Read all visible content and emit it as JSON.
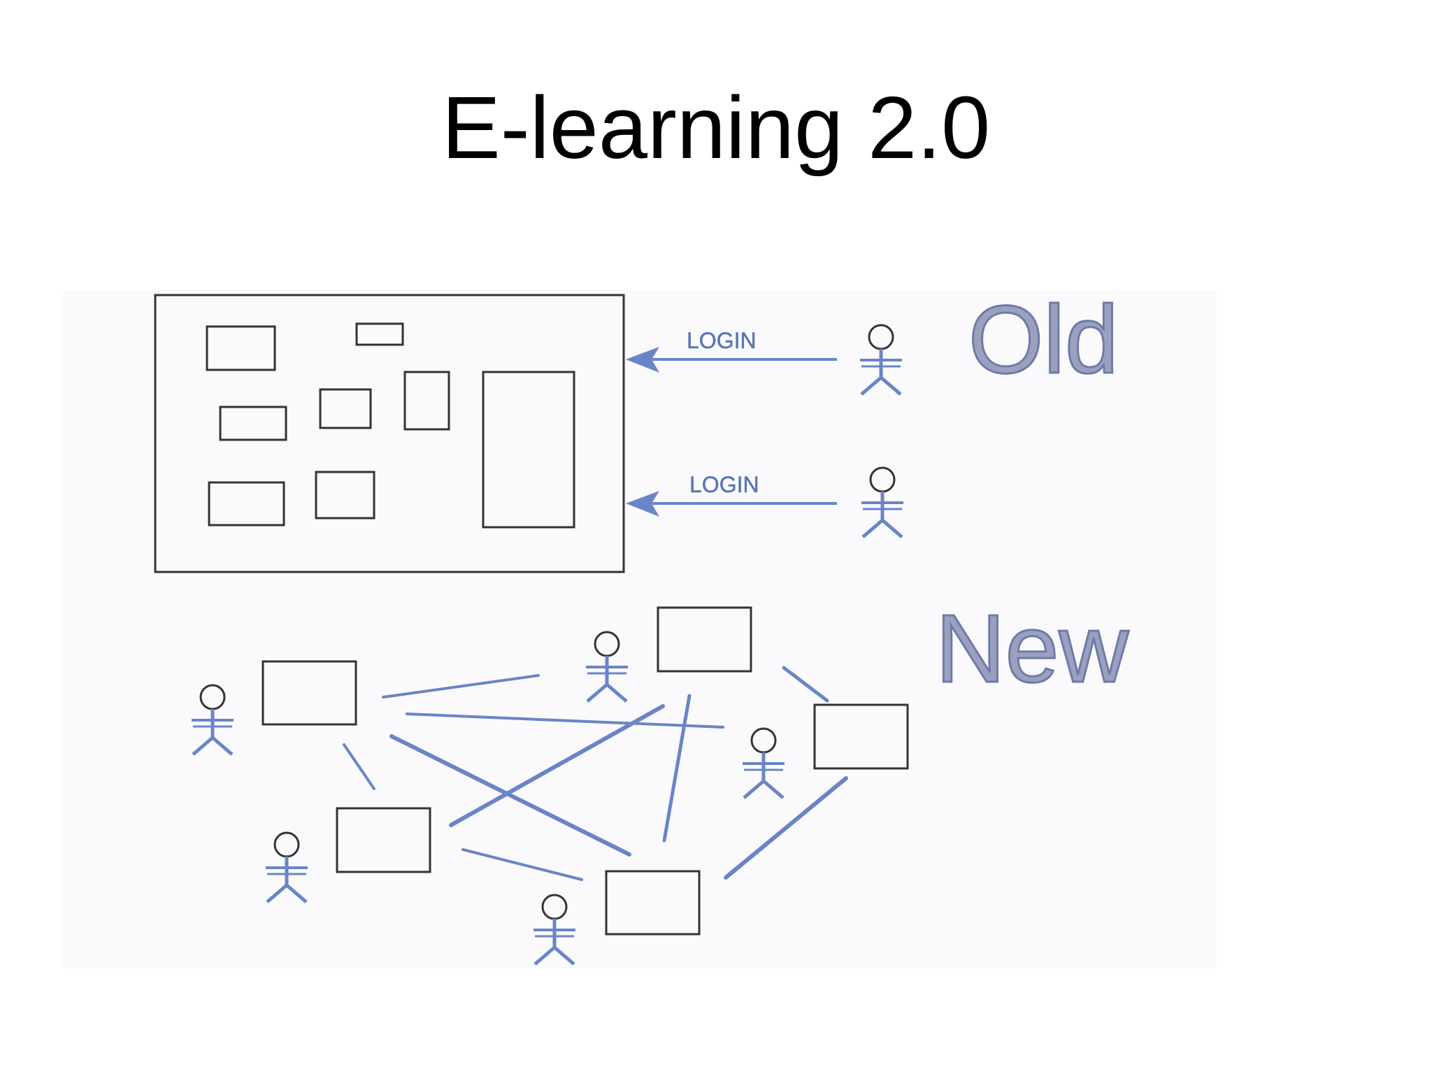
{
  "slide": {
    "title": "E-learning 2.0"
  },
  "old_model": {
    "label": "Old",
    "login_labels": [
      "LOGIN",
      "LOGIN"
    ]
  },
  "new_model": {
    "label": "New"
  },
  "colors": {
    "background": "#ffffff",
    "diagram_panel": "#fafafc",
    "accent_blue": "#6a85c6",
    "label_gray_blue": "#9aa1bf",
    "box_outline": "#333333",
    "title_text": "#000000"
  }
}
